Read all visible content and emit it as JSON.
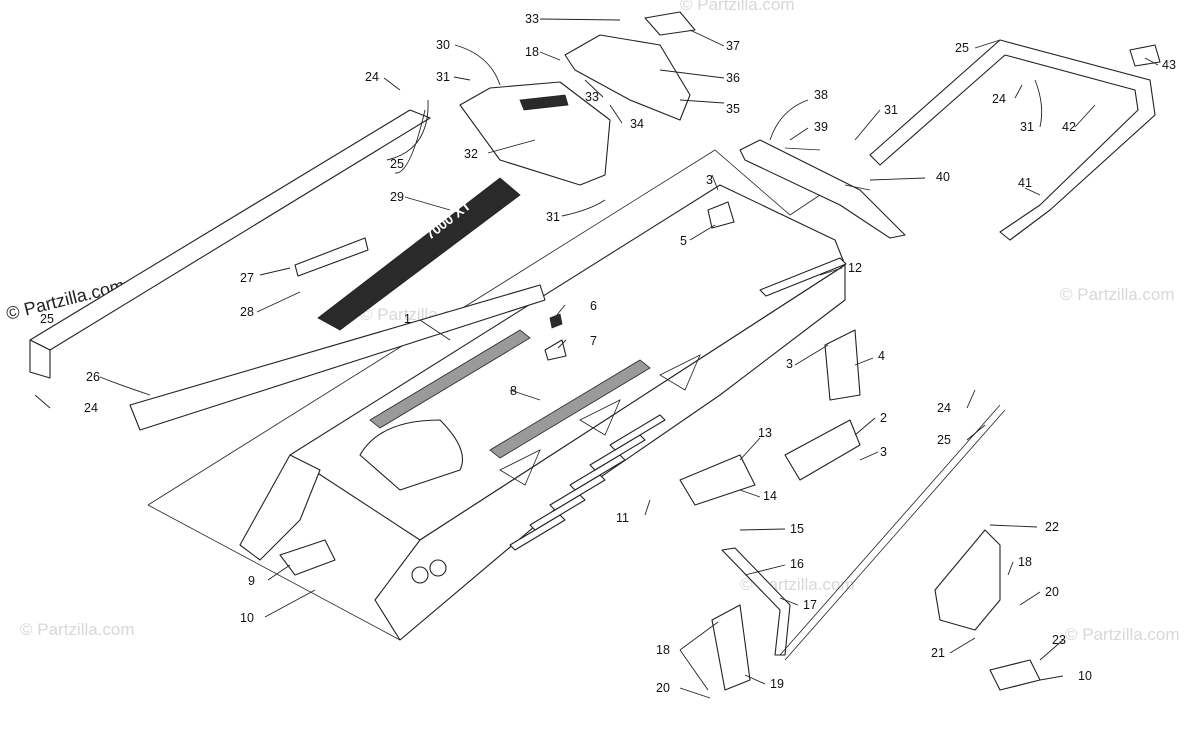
{
  "watermark": {
    "main": "© Partzilla.com",
    "faint": "© Partzilla.com"
  },
  "decal_text": "7000 XT",
  "callouts": {
    "c1": "1",
    "c2": "2",
    "c3a": "3",
    "c3b": "3",
    "c3c": "3",
    "c4": "4",
    "c5": "5",
    "c6": "6",
    "c7": "7",
    "c8": "8",
    "c9": "9",
    "c10a": "10",
    "c10b": "10",
    "c11": "11",
    "c12": "12",
    "c13": "13",
    "c14": "14",
    "c15": "15",
    "c16": "16",
    "c17": "17",
    "c18a": "18",
    "c18b": "18",
    "c18c": "18",
    "c19": "19",
    "c20a": "20",
    "c20b": "20",
    "c21": "21",
    "c22": "22",
    "c23": "23",
    "c24a": "24",
    "c24b": "24",
    "c24c": "24",
    "c24d": "24",
    "c25a": "25",
    "c25b": "25",
    "c25c": "25",
    "c25d": "25",
    "c26": "26",
    "c27": "27",
    "c28": "28",
    "c29": "29",
    "c30": "30",
    "c31a": "31",
    "c31b": "31",
    "c31c": "31",
    "c31d": "31",
    "c32": "32",
    "c33a": "33",
    "c33b": "33",
    "c34": "34",
    "c35": "35",
    "c36": "36",
    "c37": "37",
    "c38": "38",
    "c39": "39",
    "c40": "40",
    "c41": "41",
    "c42": "42",
    "c43": "43"
  }
}
